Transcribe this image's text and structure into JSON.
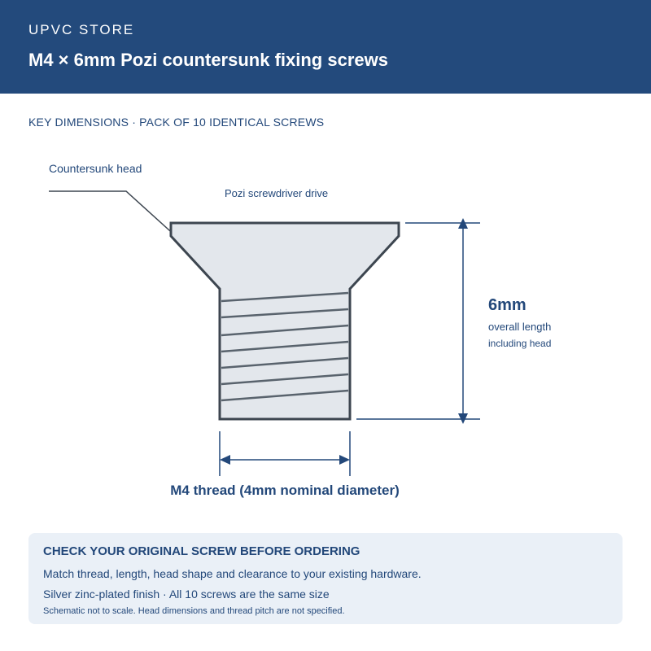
{
  "header": {
    "store_name": "UPVC STORE",
    "title": "M4 × 6mm Pozi countersunk fixing screws"
  },
  "section_label": "KEY DIMENSIONS · PACK OF 10 IDENTICAL SCREWS",
  "diagram": {
    "callouts": {
      "head": "Countersunk head",
      "drive": "Pozi screwdriver drive"
    },
    "length": {
      "value": "6mm",
      "label": "overall length",
      "sublabel": "including head"
    },
    "thread_label": "M4 thread (4mm nominal diameter)",
    "colors": {
      "screw_fill": "#e3e7ec",
      "outline": "#3d4650",
      "dimension": "#23487a"
    }
  },
  "notice": {
    "title": "CHECK YOUR ORIGINAL SCREW BEFORE ORDERING",
    "line1": "Match thread, length, head shape and clearance to your existing hardware.",
    "line2": "Silver zinc-plated finish · All 10 screws are the same size",
    "footnote": "Schematic not to scale. Head dimensions and thread pitch are not specified."
  }
}
